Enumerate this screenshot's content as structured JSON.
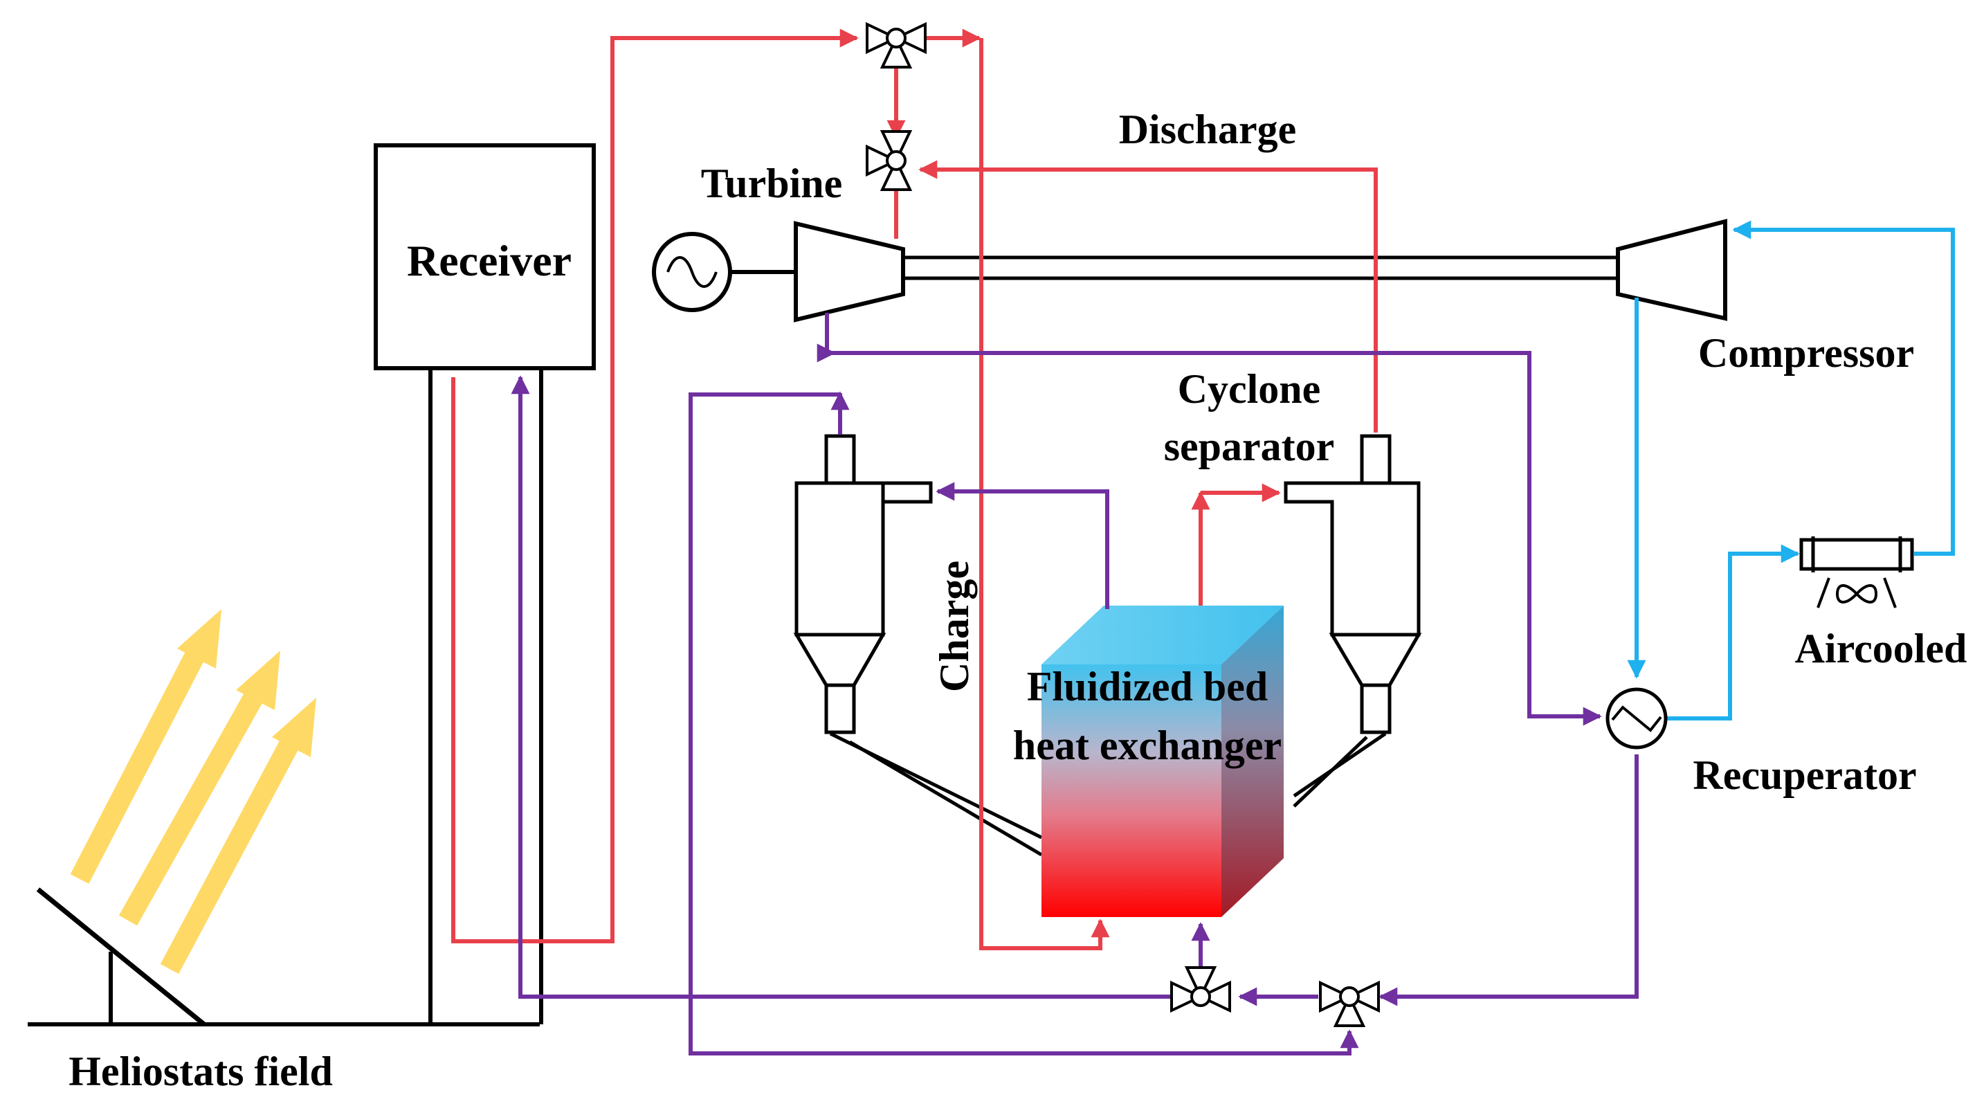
{
  "labels": {
    "receiver": "Receiver",
    "turbine": "Turbine",
    "discharge": "Discharge",
    "compressor": "Compressor",
    "cyclone_separator_line1": "Cyclone",
    "cyclone_separator_line2": "separator",
    "charge": "Charge",
    "fluidized_bed_line1": "Fluidized bed",
    "fluidized_bed_line2": "heat exchanger",
    "aircooled": "Aircooled",
    "recuperator": "Recuperator",
    "heliostats_field": "Heliostats field"
  },
  "colors": {
    "hot_stream": "#e8414b",
    "cold_stream": "#7030a0",
    "co2_stream": "#1fb0ee",
    "sun_rays": "#ffd966",
    "block_top": "#43c2ee",
    "block_bottom": "#ff0000",
    "block_side_top": "#36a6d4",
    "block_side_bottom": "#a31a26"
  },
  "icons": {
    "generator": "generator-icon",
    "valve": "three-way-valve-icon",
    "recuperator": "heat-exchanger-icon",
    "aircooler": "air-cooler-icon"
  }
}
